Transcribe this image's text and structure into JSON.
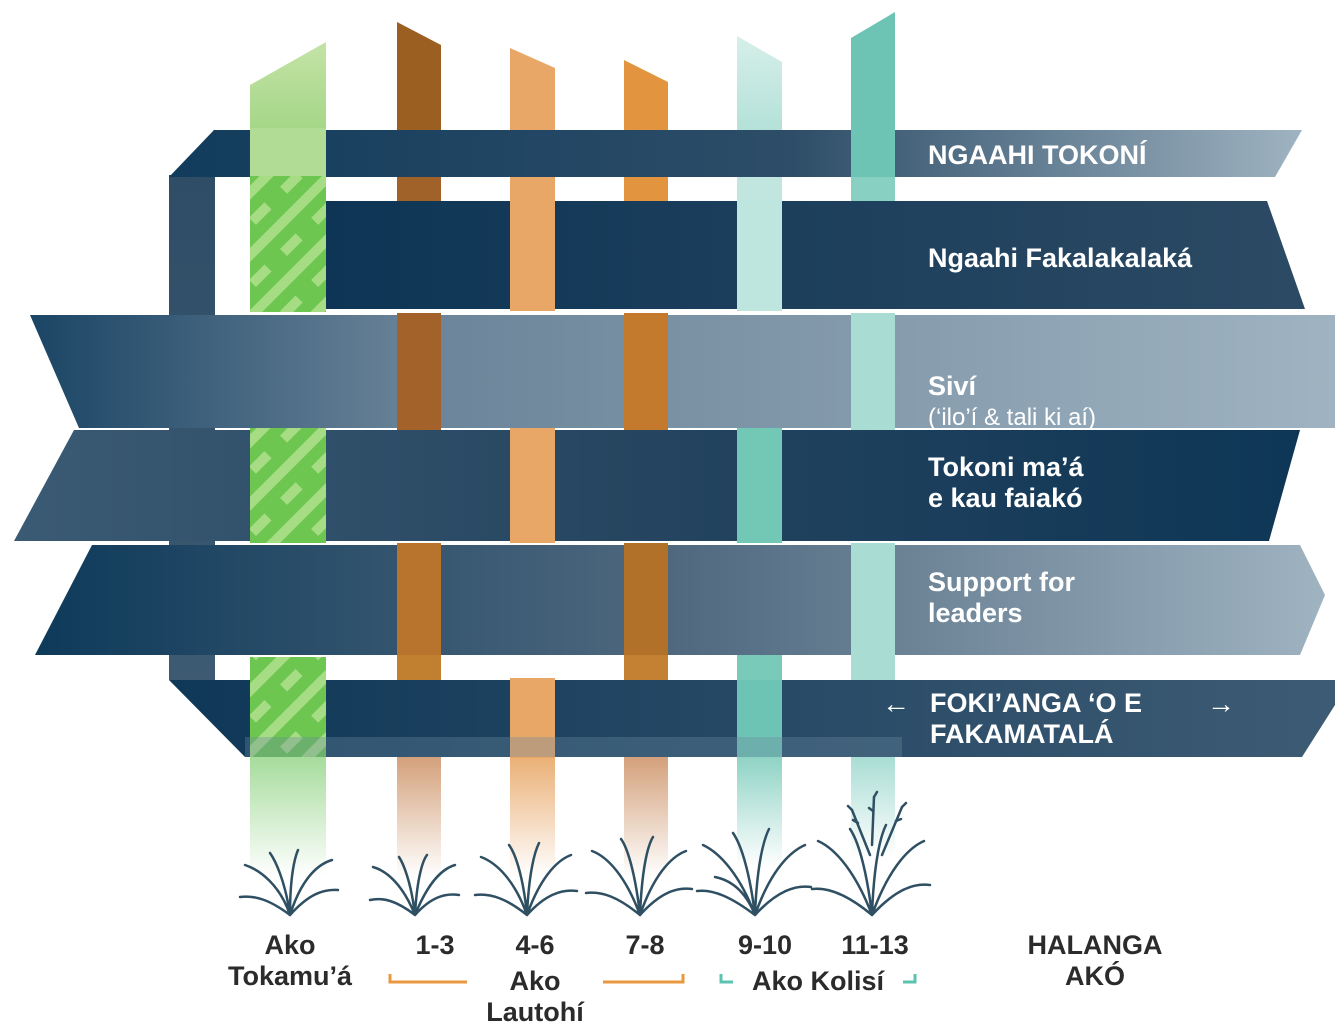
{
  "bands": [
    {
      "label": "NGAAHI TOKONÍ",
      "sub": ""
    },
    {
      "label": "Ngaahi Fakalakalaká",
      "sub": ""
    },
    {
      "label": "Siví",
      "sub": "(‘ilo’í & tali ki aí)"
    },
    {
      "label": "Tokoni ma’á\ne kau faiakó",
      "sub": ""
    },
    {
      "label": "Support for\nleaders",
      "sub": ""
    },
    {
      "label": "FOKI’ANGA ‘O E\nFAKAMATALÁ",
      "sub": ""
    }
  ],
  "arrows": {
    "left": "←",
    "right": "→"
  },
  "bottom": {
    "ako_tokamua": "Ako\nTokamu’á",
    "year_1_3": "1-3",
    "year_4_6": "4-6",
    "ako_lautohi": "Ako\nLautohí",
    "year_7_8": "7-8",
    "year_9_10": "9-10",
    "year_11_13": "11-13",
    "ako_kolisi": "Ako Kolisí",
    "halanga_ako": "HALANGA\nAKÓ"
  },
  "colors": {
    "band_dark": "#0f3a5b",
    "band_light": "#9db1bf",
    "strand_green": "#5dbf4b",
    "strand_brown": "#9b5f22",
    "strand_tan": "#e8a766",
    "strand_orange": "#e3943f",
    "strand_mint": "#a9ddd4",
    "strand_teal": "#6ec4b4",
    "bracket_orange": "#e8983e",
    "bracket_teal": "#5cc3b0",
    "plant": "#2f4f63"
  }
}
